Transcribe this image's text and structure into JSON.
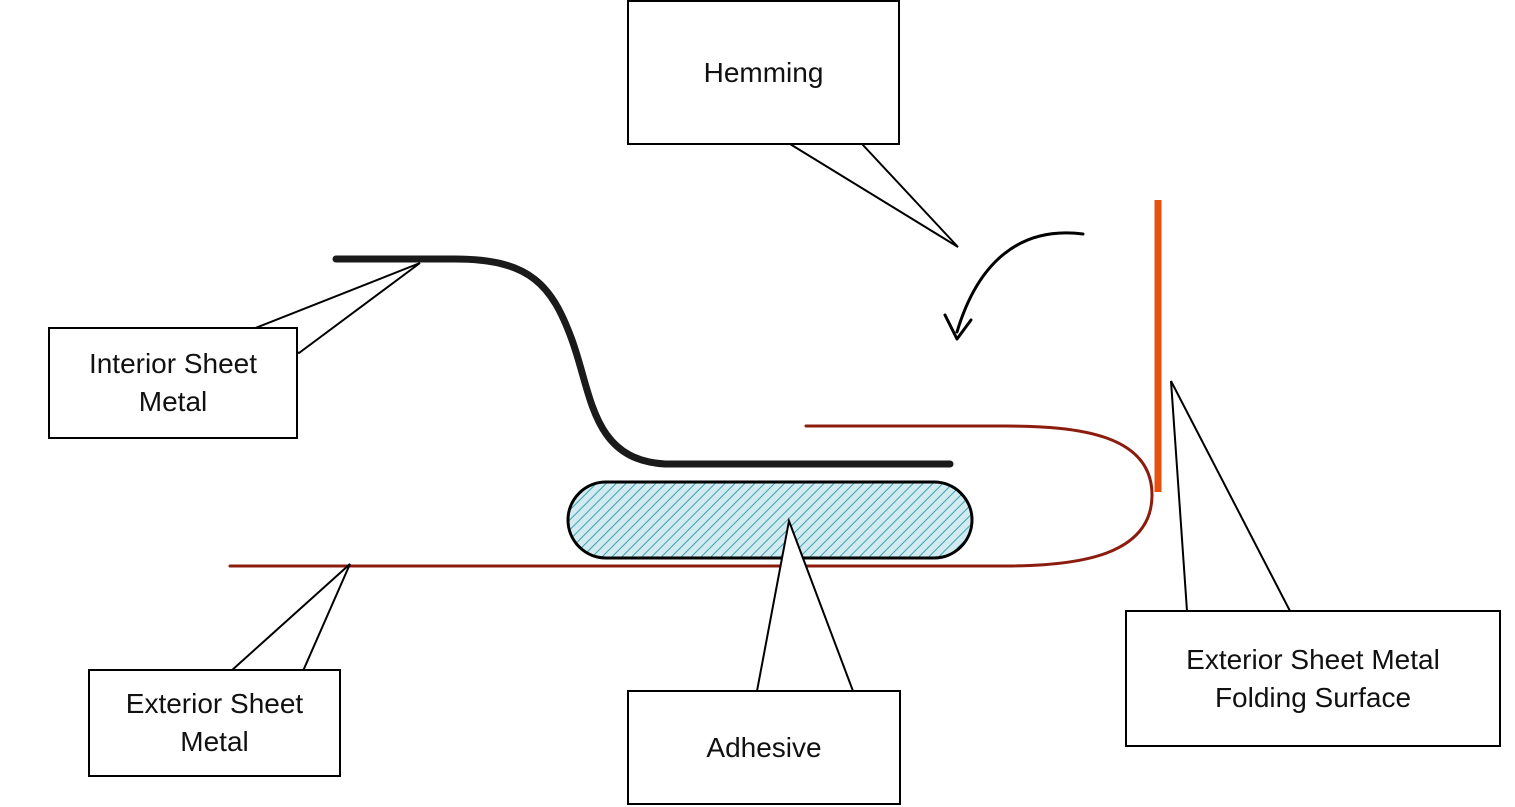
{
  "labels": {
    "hemming": "Hemming",
    "interior_sheet_metal": "Interior Sheet Metal",
    "exterior_sheet_metal": "Exterior Sheet Metal",
    "adhesive": "Adhesive",
    "folding_surface": "Exterior Sheet Metal Folding Surface"
  },
  "colors": {
    "interior_metal": "#1a1a1a",
    "exterior_metal": "#8b1c0e",
    "folding_surface": "#e8500f",
    "adhesive_fill": "#d2ebf0",
    "adhesive_hatch": "#3f9fb0",
    "arrow": "#000000",
    "box_border": "#000000",
    "background": "#ffffff"
  }
}
